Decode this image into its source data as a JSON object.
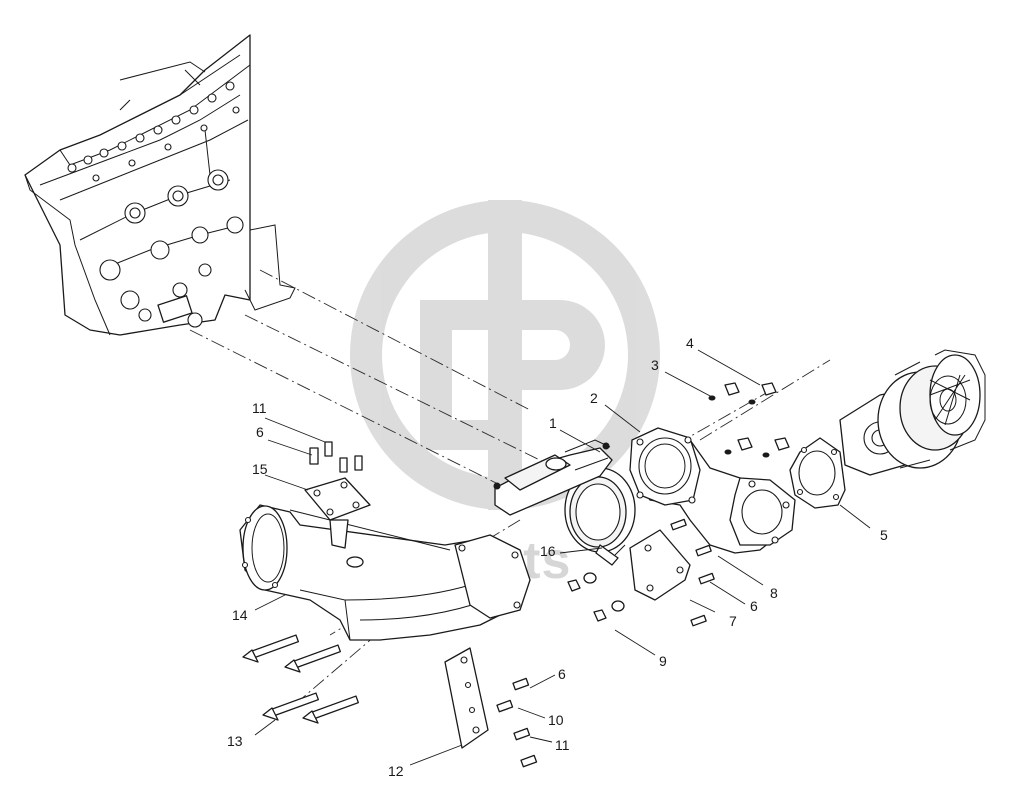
{
  "watermark": {
    "text": "data-parts"
  },
  "callouts": [
    {
      "id": "c1",
      "label": "1"
    },
    {
      "id": "c2",
      "label": "2"
    },
    {
      "id": "c3",
      "label": "3"
    },
    {
      "id": "c4",
      "label": "4"
    },
    {
      "id": "c5",
      "label": "5"
    },
    {
      "id": "c6a",
      "label": "6"
    },
    {
      "id": "c6b",
      "label": "6"
    },
    {
      "id": "c6c",
      "label": "6"
    },
    {
      "id": "c7",
      "label": "7"
    },
    {
      "id": "c8",
      "label": "8"
    },
    {
      "id": "c9",
      "label": "9"
    },
    {
      "id": "c10",
      "label": "10"
    },
    {
      "id": "c11a",
      "label": "11"
    },
    {
      "id": "c11b",
      "label": "11"
    },
    {
      "id": "c12",
      "label": "12"
    },
    {
      "id": "c13",
      "label": "13"
    },
    {
      "id": "c14",
      "label": "14"
    },
    {
      "id": "c15",
      "label": "15"
    },
    {
      "id": "c16",
      "label": "16"
    }
  ],
  "icons": {
    "watermark_logo": "data-parts-logo-icon"
  }
}
